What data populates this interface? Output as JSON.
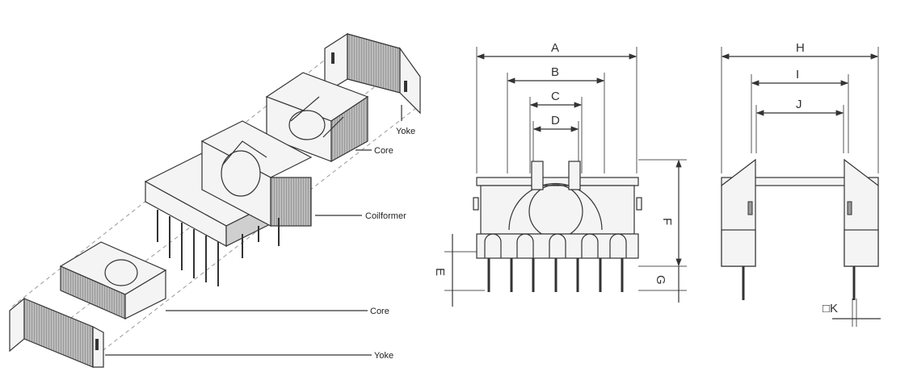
{
  "exploded_view": {
    "labels": {
      "yoke_top": "Yoke",
      "core_top": "Core",
      "coilformer": "Coilformer",
      "core_bottom": "Core",
      "yoke_bottom": "Yoke"
    }
  },
  "front_view": {
    "dimensions": {
      "a": "A",
      "b": "B",
      "c": "C",
      "d": "D",
      "e": "E",
      "f": "F",
      "g": "G"
    }
  },
  "side_view": {
    "dimensions": {
      "h": "H",
      "i": "I",
      "j": "J",
      "k": "□K"
    }
  }
}
